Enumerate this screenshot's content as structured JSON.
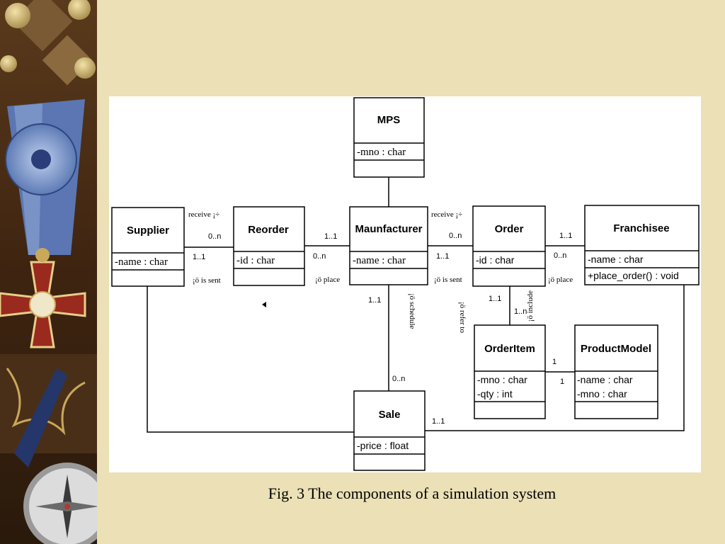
{
  "caption": "Fig. 3 The components of a simulation system",
  "classes": {
    "mps": {
      "name": "MPS",
      "attributes": [
        "-mno : char"
      ]
    },
    "supplier": {
      "name": "Supplier",
      "attributes": [
        "-name : char"
      ]
    },
    "reorder": {
      "name": "Reorder",
      "attributes": [
        "-id : char"
      ]
    },
    "manufacturer": {
      "name": "Maunfacturer",
      "attributes": [
        "-name : char"
      ]
    },
    "order": {
      "name": "Order",
      "attributes": [
        "-id : char"
      ]
    },
    "franchisee": {
      "name": "Franchisee",
      "attributes": [
        "-name : char"
      ],
      "operations": [
        "+place_order() : void"
      ]
    },
    "orderitem": {
      "name": "OrderItem",
      "attributes": [
        "-mno : char",
        "-qty : int"
      ]
    },
    "productmodel": {
      "name": "ProductModel",
      "attributes": [
        "-name : char",
        "-mno : char"
      ]
    },
    "sale": {
      "name": "Sale",
      "attributes": [
        "-price : float"
      ]
    }
  },
  "associations": {
    "supplier_reorder": {
      "role_top": "receive ¡÷",
      "mult_top": "0..n",
      "mult_bottom": "1..1",
      "role_bottom": "¡ö is sent"
    },
    "reorder_manufacturer": {
      "mult_top": "1..1",
      "mult_bottom": "0..n",
      "role_bottom": "¡ö place"
    },
    "manufacturer_order": {
      "role_top": "receive ¡÷",
      "mult_top": "0..n",
      "mult_bottom": "1..1",
      "role_bottom": "¡ö is sent"
    },
    "order_franchisee": {
      "mult_top": "1..1",
      "mult_bottom": "0..n",
      "role_bottom": "¡ö place"
    },
    "manufacturer_sale": {
      "mult_top": "1..1",
      "role": "¡ö schedule",
      "mult_bottom": "0..n"
    },
    "order_orderitem": {
      "mult_left": "1..1",
      "mult_right": "1..n",
      "role_left": "¡ö refer to",
      "role_right": "¡ö include"
    },
    "orderitem_productmodel": {
      "mult_top": "1",
      "mult_bottom": "1"
    },
    "sale_franchisee": {
      "mult": "1..1"
    }
  }
}
